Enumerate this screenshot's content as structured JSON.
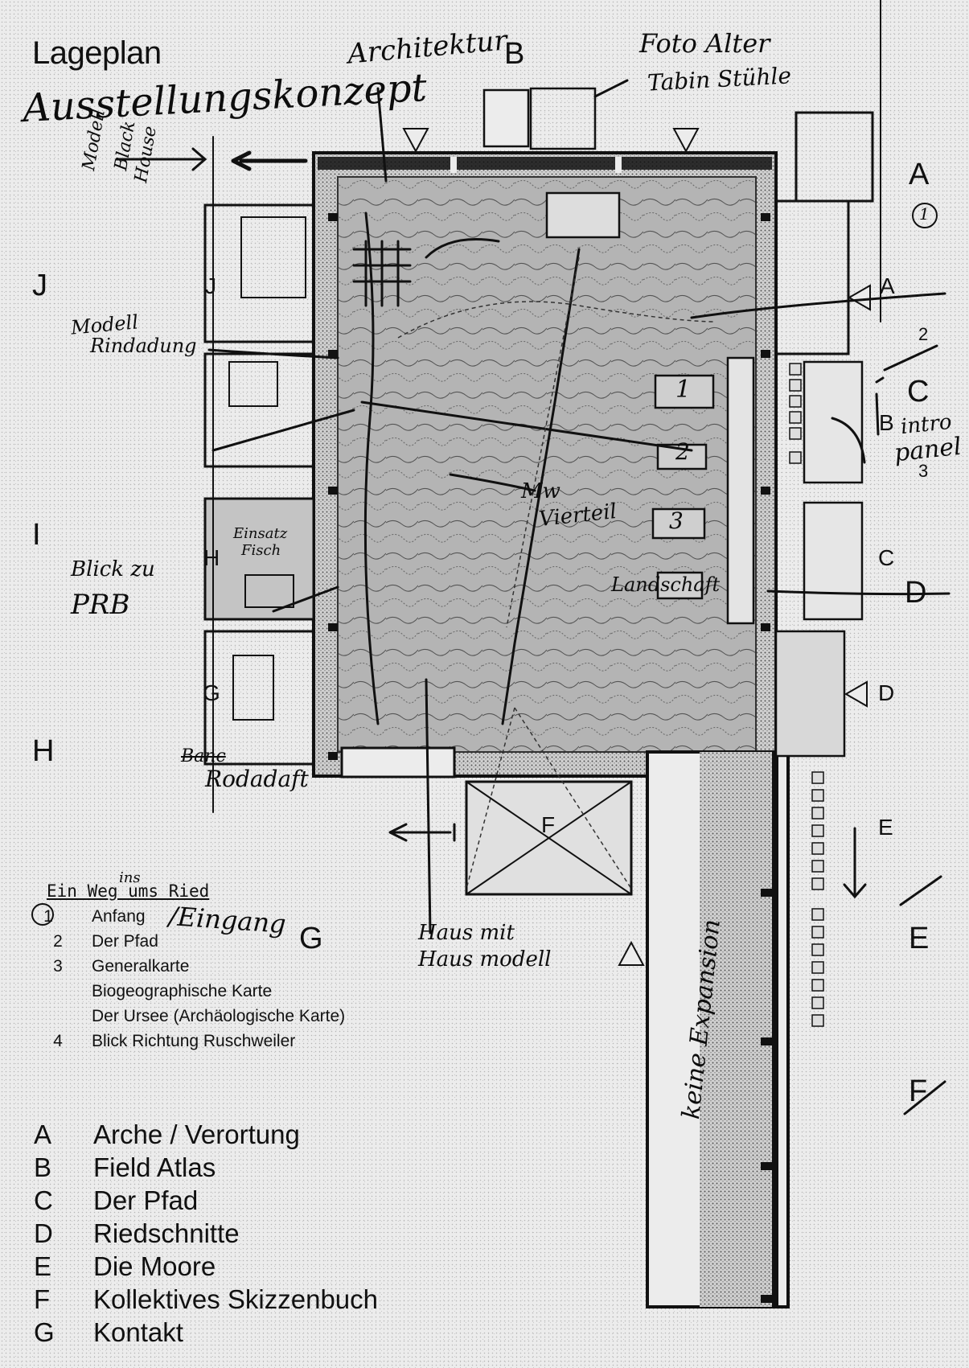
{
  "title": "Lageplan",
  "handwritten": {
    "subtitle": "Ausstellungskonzept",
    "architecture": "Architektur",
    "photo_note_1": "Foto Alter",
    "photo_note_2": "Tabin Stühle",
    "model_blackhouse_1": "Modell",
    "model_blackhouse_2": "Black",
    "model_blackhouse_3": "House",
    "model_rinde_1": "Modell",
    "model_rinde_2": "Rindadung",
    "blick_1": "Blick zu",
    "blick_2": "PRB",
    "bottom_left_struck": "Banc",
    "bottom_left": "Rodadaft",
    "intro_1": "intro",
    "intro_2": "panel",
    "center_1": "Mw",
    "center_2": "Vierteil",
    "landschaft": "Landschaft",
    "einsatz_1": "Einsatz",
    "einsatz_2": "Fisch",
    "haus_1": "Haus mit",
    "haus_2": "Haus modell",
    "eingang": "/Eingang",
    "vertical": "keine Expansion",
    "ums_correction": "ins"
  },
  "markers": {
    "A_big": "A",
    "A_small": "A",
    "one_circle": "1",
    "B_big": "B",
    "B_small": "B",
    "C_big": "C",
    "C_small": "C",
    "D_big": "D",
    "D_small": "D",
    "E_small": "E",
    "E_struck": "E",
    "F_struck": "F",
    "J_big": "J",
    "J_small": "J",
    "I_big": "I",
    "H_big": "H",
    "H_small": "H",
    "G_big": "G",
    "G_small": "G",
    "num_2": "2",
    "num_3": "3",
    "F_room": "F",
    "room_1": "1",
    "room_2": "2",
    "room_3": "3"
  },
  "route": {
    "title": "Ein Weg ums Ried",
    "items": [
      {
        "num": "1",
        "label": "Anfang"
      },
      {
        "num": "2",
        "label": "Der Pfad"
      },
      {
        "num": "3",
        "label": "Generalkarte"
      },
      {
        "num": "",
        "label": "Biogeographische Karte"
      },
      {
        "num": "",
        "label": "Der Ursee (Archäologische Karte)"
      },
      {
        "num": "4",
        "label": "Blick Richtung Ruschweiler"
      }
    ]
  },
  "legend": [
    {
      "key": "A",
      "name": "Arche / Verortung"
    },
    {
      "key": "B",
      "name": "Field Atlas"
    },
    {
      "key": "C",
      "name": "Der Pfad"
    },
    {
      "key": "D",
      "name": "Riedschnitte"
    },
    {
      "key": "E",
      "name": "Die Moore"
    },
    {
      "key": "F",
      "name": "Kollektives Skizzenbuch"
    },
    {
      "key": "G",
      "name": "Kontakt"
    }
  ],
  "colors": {
    "ink": "#111111",
    "paper": "#ececec",
    "map": "#9a9a9a"
  }
}
